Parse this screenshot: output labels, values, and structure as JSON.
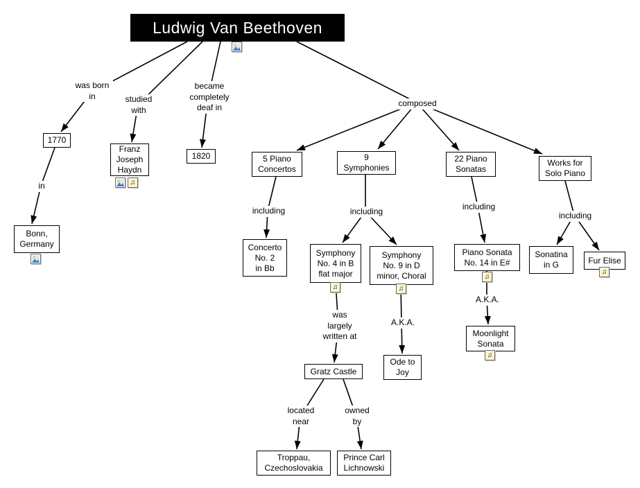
{
  "nodes": {
    "beethoven": "Ludwig Van Beethoven",
    "birth_year": "1770",
    "haydn": "Franz\nJoseph\nHaydn",
    "deaf_year": "1820",
    "bonn": "Bonn,\nGermany",
    "piano_concertos": "5 Piano\nConcertos",
    "symphonies": "9\nSymphonies",
    "piano_sonatas": "22 Piano\nSonatas",
    "solo_piano": "Works for\nSolo Piano",
    "concerto_2": "Concerto\nNo. 2\nin Bb",
    "symphony_4": "Symphony\nNo. 4 in B\nflat major",
    "symphony_9": "Symphony\nNo. 9 in D\nminor, Choral",
    "sonata_14": "Piano Sonata\nNo. 14 in E#",
    "sonatina_g": "Sonatina\nin G",
    "fur_elise": "Fur Elise",
    "gratz_castle": "Gratz Castle",
    "ode_to_joy": "Ode to\nJoy",
    "troppau": "Troppau,\nCzechoslovakia",
    "lichnowski": "Prince Carl\nLichnowski",
    "moonlight": "Moonlight\nSonata"
  },
  "edge_labels": {
    "was_born_in": "was born\nin",
    "in": "in",
    "studied_with": "studied\nwith",
    "deaf_in": "became\ncompletely\ndeaf in",
    "composed": "composed",
    "including": "including",
    "written_at": "was\nlargely\nwritten at",
    "aka": "A.K.A.",
    "located_near": "located\nnear",
    "owned_by": "owned\nby"
  },
  "icons": {
    "music_glyph": "♫"
  },
  "colors": {
    "title_bg": "#000000",
    "title_fg": "#ffffff",
    "node_border": "#000000",
    "line": "#000000"
  }
}
